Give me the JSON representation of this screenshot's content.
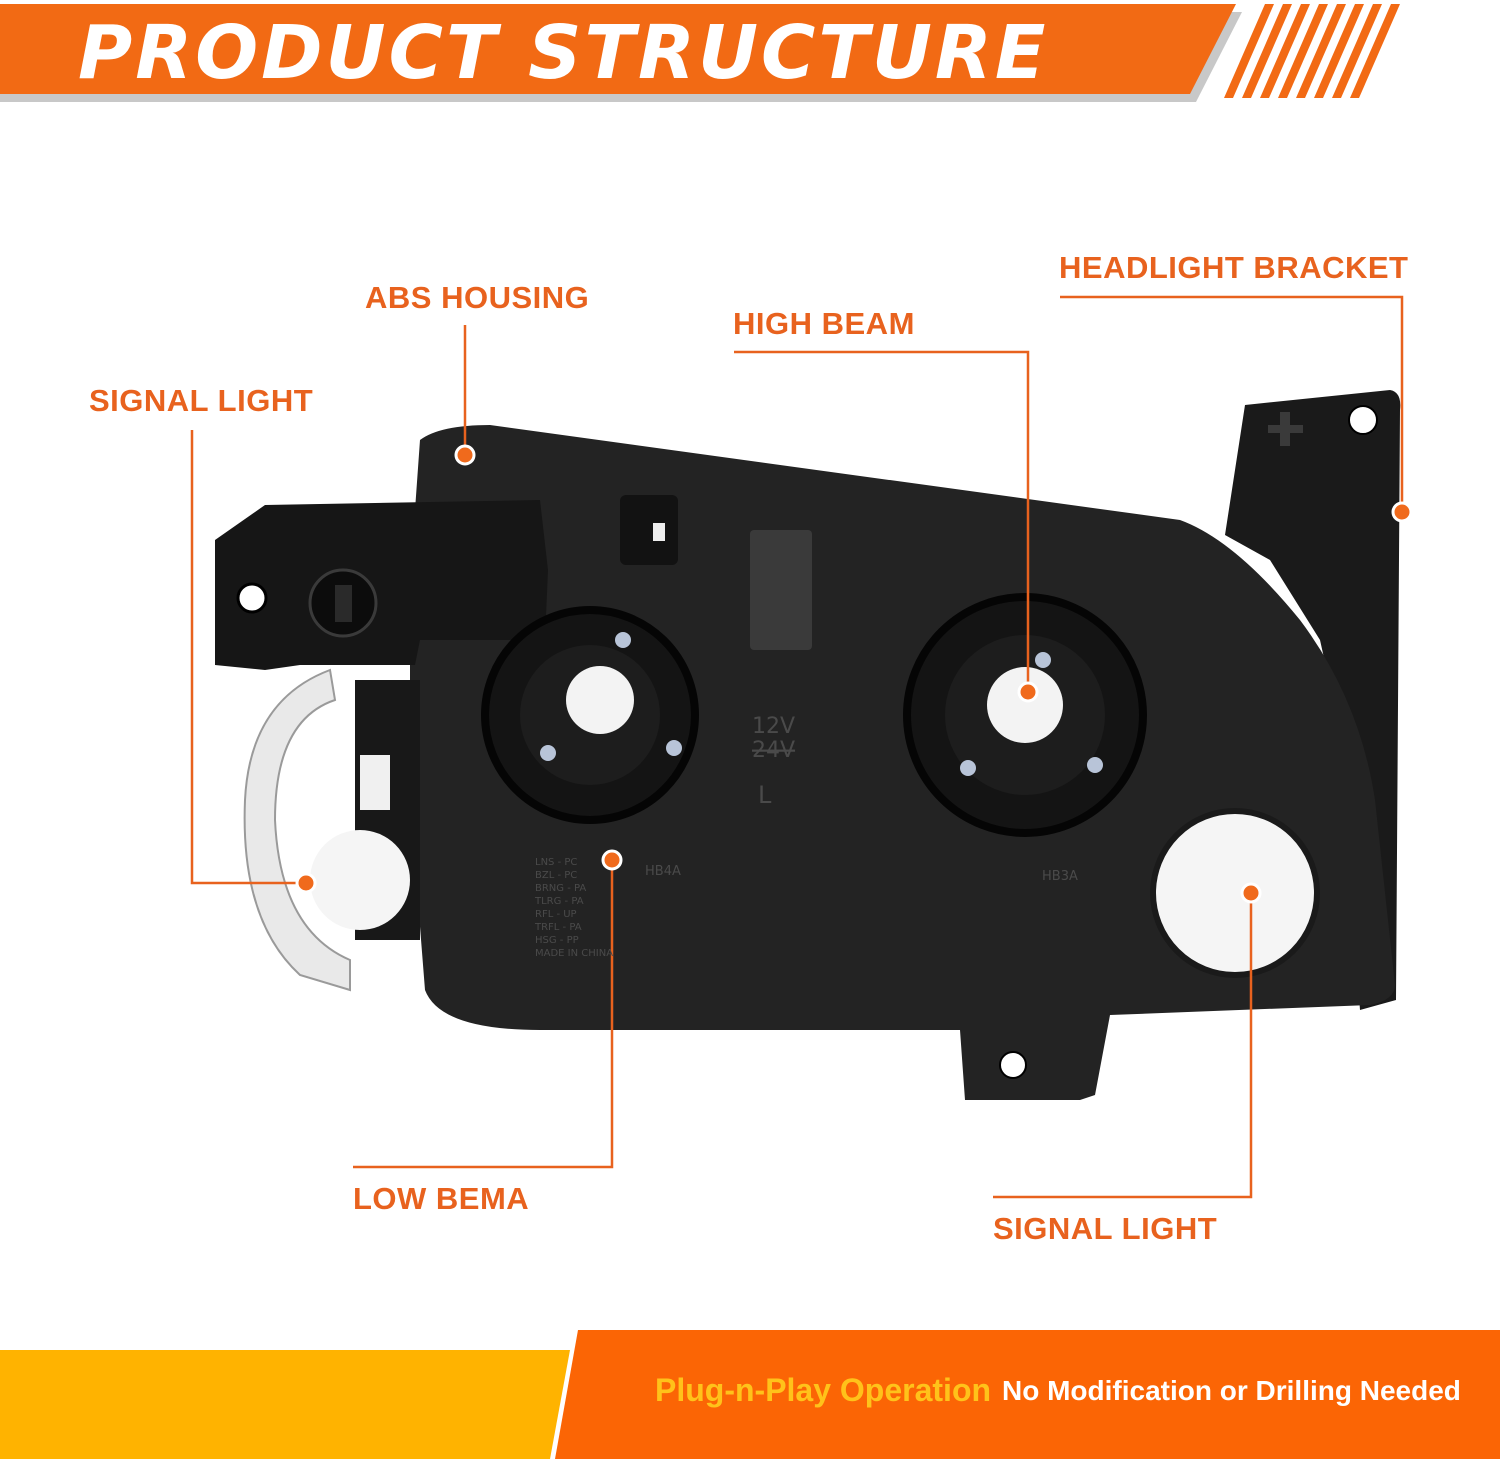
{
  "header": {
    "title": "PRODUCT STRUCTURE",
    "accent_color": "#f26a14",
    "shadow_color": "#bfbfbf"
  },
  "callouts": {
    "abs_housing": "ABS HOUSING",
    "headlight_bracket": "HEADLIGHT BRACKET",
    "high_beam": "HIGH BEAM",
    "signal_light_left": "SIGNAL LIGHT",
    "low_beam": "LOW BEMA",
    "signal_light_right": "SIGNAL LIGHT",
    "label_color": "#e8621e"
  },
  "product": {
    "voltage_label": "12V",
    "voltage_crossed": "24V",
    "side_label": "L",
    "low_bulb_code": "HB4A",
    "high_bulb_code": "HB3A",
    "material_lines": [
      "LNS - PC",
      "BZL - PC",
      "BRNG - PA",
      "TLRG - PA",
      "RFL - UP",
      "TRFL - PA",
      "HSG - PP",
      "MADE IN CHINA"
    ]
  },
  "footer": {
    "primary": "Plug-n-Play Operation",
    "secondary": "No Modification or Drilling Needed",
    "yellow_color": "#ffb300",
    "orange_color": "#fb6505"
  }
}
